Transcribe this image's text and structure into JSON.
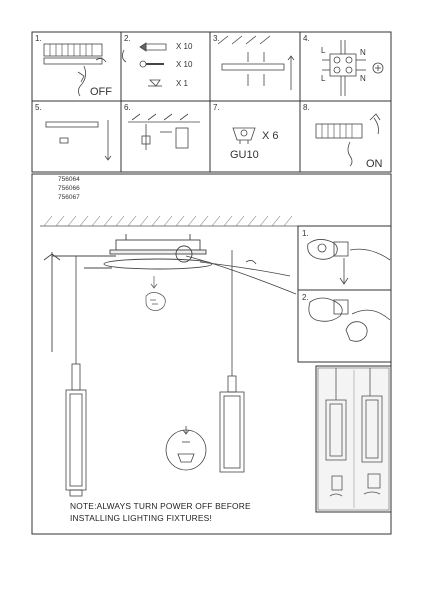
{
  "steps": [
    {
      "num": "1.",
      "caption": "OFF"
    },
    {
      "num": "2.",
      "parts": [
        {
          "qty": "X 10"
        },
        {
          "qty": "X 10"
        },
        {
          "qty": "X 1"
        }
      ]
    },
    {
      "num": "3."
    },
    {
      "num": "4.",
      "terminals": [
        "L",
        "N",
        "L",
        "N"
      ]
    },
    {
      "num": "5."
    },
    {
      "num": "6."
    },
    {
      "num": "7.",
      "bulb_label": "GU10",
      "qty": "X 6"
    },
    {
      "num": "8.",
      "caption": "ON"
    }
  ],
  "models": [
    "756064",
    "756066",
    "756067"
  ],
  "side_panel": {
    "labels": [
      "1.",
      "2."
    ]
  },
  "note": {
    "line1": "NOTE:ALWAYS TURN POWER OFF BEFORE",
    "line2": "INSTALLING LIGHTING FIXTURES!"
  }
}
